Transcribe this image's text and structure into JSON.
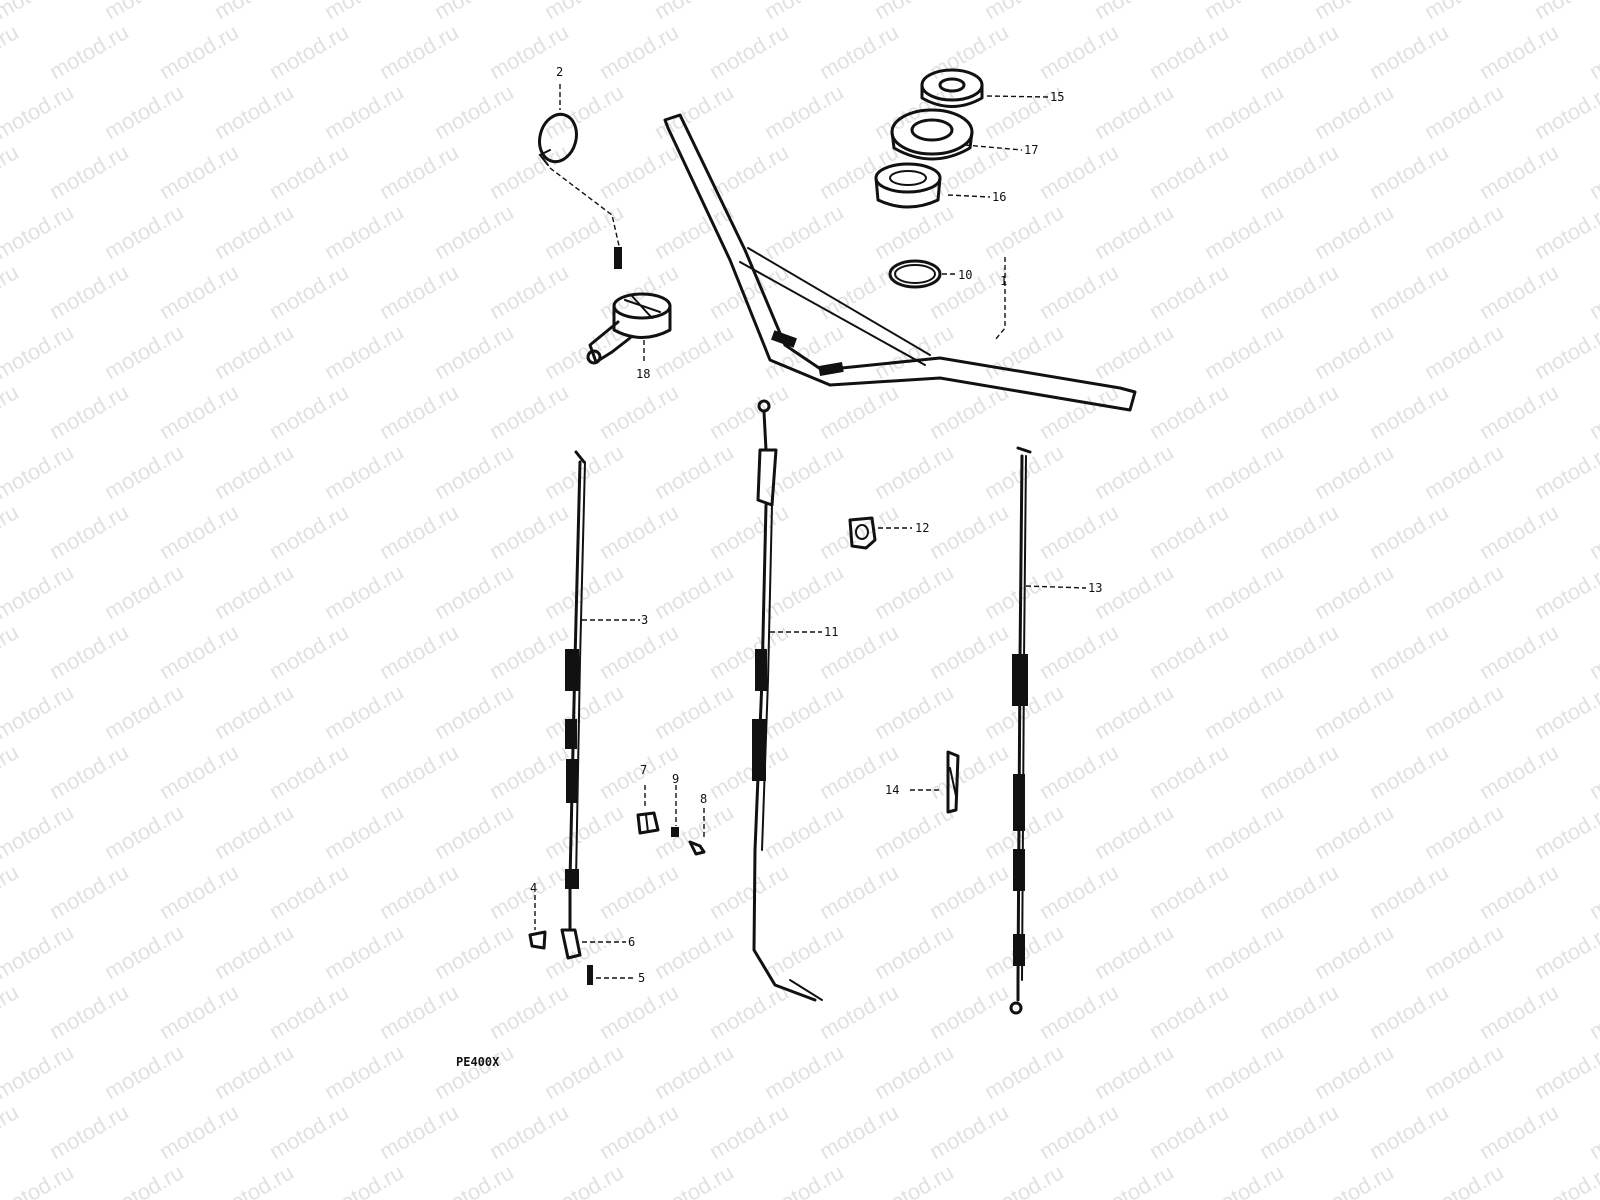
{
  "model_code": "PE400X",
  "watermark": "motod.ru",
  "callouts": [
    {
      "id": "c1",
      "text": "1"
    },
    {
      "id": "c2",
      "text": "2"
    },
    {
      "id": "c3",
      "text": "3"
    },
    {
      "id": "c4",
      "text": "4"
    },
    {
      "id": "c5",
      "text": "5"
    },
    {
      "id": "c6",
      "text": "6"
    },
    {
      "id": "c7",
      "text": "7"
    },
    {
      "id": "c8",
      "text": "8"
    },
    {
      "id": "c9",
      "text": "9"
    },
    {
      "id": "c10",
      "text": "10"
    },
    {
      "id": "c11",
      "text": "11"
    },
    {
      "id": "c12",
      "text": "12"
    },
    {
      "id": "c13",
      "text": "13"
    },
    {
      "id": "c14",
      "text": "14"
    },
    {
      "id": "c15",
      "text": "15"
    },
    {
      "id": "c16",
      "text": "16"
    },
    {
      "id": "c17",
      "text": "17"
    },
    {
      "id": "c18",
      "text": "18"
    }
  ]
}
